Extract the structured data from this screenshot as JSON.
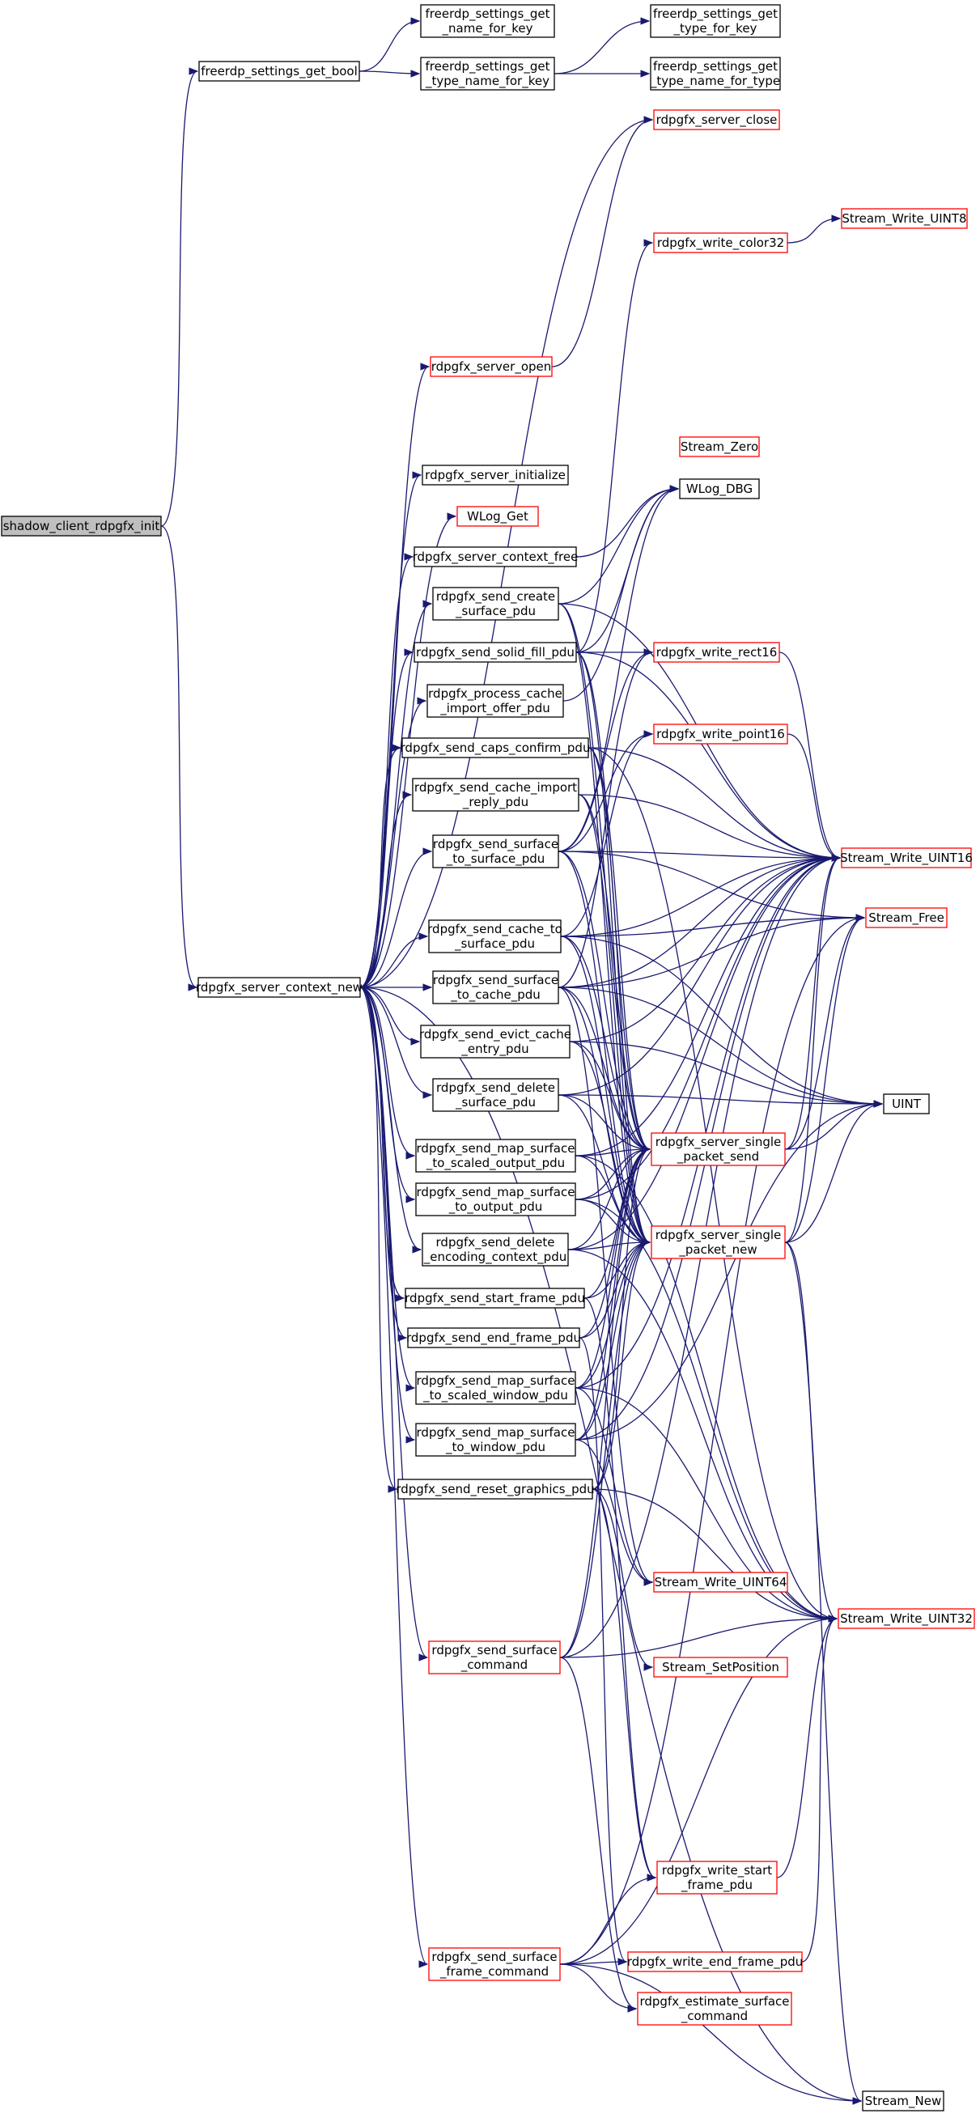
{
  "colors": {
    "edge": "#191970",
    "border_black": "#000000",
    "border_red": "#ff0000",
    "root_fill": "#bfbfbf",
    "node_fill": "#ffffff"
  },
  "nodes": [
    {
      "id": "root",
      "lines": [
        "shadow_client_rdpgfx_init"
      ],
      "style": "root"
    },
    {
      "id": "bool",
      "lines": [
        "freerdp_settings_get_bool"
      ],
      "style": "black"
    },
    {
      "id": "namekey",
      "lines": [
        "freerdp_settings_get",
        "_name_for_key"
      ],
      "style": "black"
    },
    {
      "id": "typenamekey",
      "lines": [
        "freerdp_settings_get",
        "_type_name_for_key"
      ],
      "style": "black"
    },
    {
      "id": "typekey",
      "lines": [
        "freerdp_settings_get",
        "_type_for_key"
      ],
      "style": "black"
    },
    {
      "id": "typenametype",
      "lines": [
        "freerdp_settings_get",
        "_type_name_for_type"
      ],
      "style": "black"
    },
    {
      "id": "close",
      "lines": [
        "rdpgfx_server_close"
      ],
      "style": "red"
    },
    {
      "id": "uint8",
      "lines": [
        "Stream_Write_UINT8"
      ],
      "style": "red"
    },
    {
      "id": "color32",
      "lines": [
        "rdpgfx_write_color32"
      ],
      "style": "red"
    },
    {
      "id": "open",
      "lines": [
        "rdpgfx_server_open"
      ],
      "style": "red"
    },
    {
      "id": "zero",
      "lines": [
        "Stream_Zero"
      ],
      "style": "red"
    },
    {
      "id": "init",
      "lines": [
        "rdpgfx_server_initialize"
      ],
      "style": "black"
    },
    {
      "id": "wlogdbg",
      "lines": [
        "WLog_DBG"
      ],
      "style": "black"
    },
    {
      "id": "wlogget",
      "lines": [
        "WLog_Get"
      ],
      "style": "red"
    },
    {
      "id": "ctxfree",
      "lines": [
        "rdpgfx_server_context_free"
      ],
      "style": "black"
    },
    {
      "id": "createsurf",
      "lines": [
        "rdpgfx_send_create",
        "_surface_pdu"
      ],
      "style": "black"
    },
    {
      "id": "solidfill",
      "lines": [
        "rdpgfx_send_solid_fill_pdu"
      ],
      "style": "black"
    },
    {
      "id": "rect16",
      "lines": [
        "rdpgfx_write_rect16"
      ],
      "style": "red"
    },
    {
      "id": "cacheimport",
      "lines": [
        "rdpgfx_process_cache",
        "_import_offer_pdu"
      ],
      "style": "black"
    },
    {
      "id": "capsconfirm",
      "lines": [
        "rdpgfx_send_caps_confirm_pdu"
      ],
      "style": "black"
    },
    {
      "id": "point16",
      "lines": [
        "rdpgfx_write_point16"
      ],
      "style": "red"
    },
    {
      "id": "cachereply",
      "lines": [
        "rdpgfx_send_cache_import",
        "_reply_pdu"
      ],
      "style": "black"
    },
    {
      "id": "surftosurf",
      "lines": [
        "rdpgfx_send_surface",
        "_to_surface_pdu"
      ],
      "style": "black"
    },
    {
      "id": "uint16",
      "lines": [
        "Stream_Write_UINT16"
      ],
      "style": "red"
    },
    {
      "id": "cachetosurf",
      "lines": [
        "rdpgfx_send_cache_to",
        "_surface_pdu"
      ],
      "style": "black"
    },
    {
      "id": "sfree",
      "lines": [
        "Stream_Free"
      ],
      "style": "red"
    },
    {
      "id": "ctxnew",
      "lines": [
        "rdpgfx_server_context_new"
      ],
      "style": "black"
    },
    {
      "id": "surftocache",
      "lines": [
        "rdpgfx_send_surface",
        "_to_cache_pdu"
      ],
      "style": "black"
    },
    {
      "id": "evictcache",
      "lines": [
        "rdpgfx_send_evict_cache",
        "_entry_pdu"
      ],
      "style": "black"
    },
    {
      "id": "uint",
      "lines": [
        "UINT"
      ],
      "style": "black"
    },
    {
      "id": "deletesurf",
      "lines": [
        "rdpgfx_send_delete",
        "_surface_pdu"
      ],
      "style": "black"
    },
    {
      "id": "mapscaledout",
      "lines": [
        "rdpgfx_send_map_surface",
        "_to_scaled_output_pdu"
      ],
      "style": "black"
    },
    {
      "id": "singlesend",
      "lines": [
        "rdpgfx_server_single",
        "_packet_send"
      ],
      "style": "red"
    },
    {
      "id": "mapout",
      "lines": [
        "rdpgfx_send_map_surface",
        "_to_output_pdu"
      ],
      "style": "black"
    },
    {
      "id": "deleteenc",
      "lines": [
        "rdpgfx_send_delete",
        "_encoding_context_pdu"
      ],
      "style": "black"
    },
    {
      "id": "singlenew",
      "lines": [
        "rdpgfx_server_single",
        "_packet_new"
      ],
      "style": "red"
    },
    {
      "id": "startframe",
      "lines": [
        "rdpgfx_send_start_frame_pdu"
      ],
      "style": "black"
    },
    {
      "id": "endframe",
      "lines": [
        "rdpgfx_send_end_frame_pdu"
      ],
      "style": "black"
    },
    {
      "id": "mapscaledwin",
      "lines": [
        "rdpgfx_send_map_surface",
        "_to_scaled_window_pdu"
      ],
      "style": "black"
    },
    {
      "id": "mapwin",
      "lines": [
        "rdpgfx_send_map_surface",
        "_to_window_pdu"
      ],
      "style": "black"
    },
    {
      "id": "resetgfx",
      "lines": [
        "rdpgfx_send_reset_graphics_pdu"
      ],
      "style": "black"
    },
    {
      "id": "uint64",
      "lines": [
        "Stream_Write_UINT64"
      ],
      "style": "red"
    },
    {
      "id": "uint32",
      "lines": [
        "Stream_Write_UINT32"
      ],
      "style": "red"
    },
    {
      "id": "surfcmd",
      "lines": [
        "rdpgfx_send_surface",
        "_command"
      ],
      "style": "red"
    },
    {
      "id": "setpos",
      "lines": [
        "Stream_SetPosition"
      ],
      "style": "red"
    },
    {
      "id": "writestart",
      "lines": [
        "rdpgfx_write_start",
        "_frame_pdu"
      ],
      "style": "red"
    },
    {
      "id": "surfframecmd",
      "lines": [
        "rdpgfx_send_surface",
        "_frame_command"
      ],
      "style": "red"
    },
    {
      "id": "writeend",
      "lines": [
        "rdpgfx_write_end_frame_pdu"
      ],
      "style": "red"
    },
    {
      "id": "estimate",
      "lines": [
        "rdpgfx_estimate_surface",
        "_command"
      ],
      "style": "red"
    },
    {
      "id": "snew",
      "lines": [
        "Stream_New"
      ],
      "style": "black"
    }
  ],
  "edges": [
    [
      "root",
      "bool"
    ],
    [
      "root",
      "ctxnew"
    ],
    [
      "bool",
      "namekey"
    ],
    [
      "bool",
      "typenamekey"
    ],
    [
      "typenamekey",
      "typekey"
    ],
    [
      "typenamekey",
      "typenametype"
    ],
    [
      "ctxnew",
      "close"
    ],
    [
      "ctxnew",
      "open"
    ],
    [
      "ctxnew",
      "init"
    ],
    [
      "ctxnew",
      "wlogget"
    ],
    [
      "ctxnew",
      "ctxfree"
    ],
    [
      "ctxnew",
      "createsurf"
    ],
    [
      "ctxnew",
      "solidfill"
    ],
    [
      "ctxnew",
      "cacheimport"
    ],
    [
      "ctxnew",
      "capsconfirm"
    ],
    [
      "ctxnew",
      "cachereply"
    ],
    [
      "ctxnew",
      "surftosurf"
    ],
    [
      "ctxnew",
      "cachetosurf"
    ],
    [
      "ctxnew",
      "surftocache"
    ],
    [
      "ctxnew",
      "evictcache"
    ],
    [
      "ctxnew",
      "deletesurf"
    ],
    [
      "ctxnew",
      "mapscaledout"
    ],
    [
      "ctxnew",
      "mapout"
    ],
    [
      "ctxnew",
      "deleteenc"
    ],
    [
      "ctxnew",
      "startframe"
    ],
    [
      "ctxnew",
      "endframe"
    ],
    [
      "ctxnew",
      "mapscaledwin"
    ],
    [
      "ctxnew",
      "mapwin"
    ],
    [
      "ctxnew",
      "resetgfx"
    ],
    [
      "ctxnew",
      "surfcmd"
    ],
    [
      "ctxnew",
      "surfframecmd"
    ],
    [
      "ctxnew",
      "snew"
    ],
    [
      "open",
      "close"
    ],
    [
      "ctxfree",
      "wlogdbg"
    ],
    [
      "cacheimport",
      "wlogdbg"
    ],
    [
      "createsurf",
      "wlogdbg"
    ],
    [
      "createsurf",
      "singlesend"
    ],
    [
      "createsurf",
      "singlenew"
    ],
    [
      "createsurf",
      "uint16"
    ],
    [
      "solidfill",
      "wlogdbg"
    ],
    [
      "solidfill",
      "rect16"
    ],
    [
      "solidfill",
      "color32"
    ],
    [
      "solidfill",
      "singlesend"
    ],
    [
      "solidfill",
      "singlenew"
    ],
    [
      "solidfill",
      "uint16"
    ],
    [
      "capsconfirm",
      "uint32"
    ],
    [
      "capsconfirm",
      "singlesend"
    ],
    [
      "capsconfirm",
      "singlenew"
    ],
    [
      "capsconfirm",
      "uint16"
    ],
    [
      "cachereply",
      "singlesend"
    ],
    [
      "cachereply",
      "singlenew"
    ],
    [
      "cachereply",
      "uint16"
    ],
    [
      "surftosurf",
      "point16"
    ],
    [
      "surftosurf",
      "rect16"
    ],
    [
      "surftosurf",
      "singlesend"
    ],
    [
      "surftosurf",
      "singlenew"
    ],
    [
      "surftosurf",
      "uint16"
    ],
    [
      "surftosurf",
      "wlogdbg"
    ],
    [
      "surftosurf",
      "sfree"
    ],
    [
      "cachetosurf",
      "point16"
    ],
    [
      "cachetosurf",
      "singlesend"
    ],
    [
      "cachetosurf",
      "singlenew"
    ],
    [
      "cachetosurf",
      "uint16"
    ],
    [
      "cachetosurf",
      "sfree"
    ],
    [
      "cachetosurf",
      "uint"
    ],
    [
      "surftocache",
      "rect16"
    ],
    [
      "surftocache",
      "singlesend"
    ],
    [
      "surftocache",
      "singlenew"
    ],
    [
      "surftocache",
      "uint16"
    ],
    [
      "surftocache",
      "sfree"
    ],
    [
      "surftocache",
      "uint"
    ],
    [
      "surftocache",
      "uint64"
    ],
    [
      "evictcache",
      "singlesend"
    ],
    [
      "evictcache",
      "singlenew"
    ],
    [
      "evictcache",
      "uint16"
    ],
    [
      "evictcache",
      "uint"
    ],
    [
      "deletesurf",
      "singlesend"
    ],
    [
      "deletesurf",
      "singlenew"
    ],
    [
      "deletesurf",
      "uint16"
    ],
    [
      "deletesurf",
      "uint"
    ],
    [
      "mapscaledout",
      "singlesend"
    ],
    [
      "mapscaledout",
      "singlenew"
    ],
    [
      "mapscaledout",
      "uint16"
    ],
    [
      "mapscaledout",
      "uint32"
    ],
    [
      "mapout",
      "singlesend"
    ],
    [
      "mapout",
      "singlenew"
    ],
    [
      "mapout",
      "uint16"
    ],
    [
      "mapout",
      "uint32"
    ],
    [
      "deleteenc",
      "singlesend"
    ],
    [
      "deleteenc",
      "singlenew"
    ],
    [
      "deleteenc",
      "uint16"
    ],
    [
      "deleteenc",
      "uint32"
    ],
    [
      "startframe",
      "writestart"
    ],
    [
      "startframe",
      "singlesend"
    ],
    [
      "startframe",
      "singlenew"
    ],
    [
      "endframe",
      "writeend"
    ],
    [
      "endframe",
      "singlesend"
    ],
    [
      "endframe",
      "singlenew"
    ],
    [
      "mapscaledwin",
      "singlesend"
    ],
    [
      "mapscaledwin",
      "singlenew"
    ],
    [
      "mapscaledwin",
      "uint16"
    ],
    [
      "mapscaledwin",
      "uint32"
    ],
    [
      "mapscaledwin",
      "uint64"
    ],
    [
      "mapwin",
      "singlesend"
    ],
    [
      "mapwin",
      "singlenew"
    ],
    [
      "mapwin",
      "uint16"
    ],
    [
      "mapwin",
      "uint64"
    ],
    [
      "mapwin",
      "uint"
    ],
    [
      "resetgfx",
      "singlesend"
    ],
    [
      "resetgfx",
      "singlenew"
    ],
    [
      "resetgfx",
      "uint32"
    ],
    [
      "resetgfx",
      "setpos"
    ],
    [
      "resetgfx",
      "writestart"
    ],
    [
      "color32",
      "uint8"
    ],
    [
      "rect16",
      "uint16"
    ],
    [
      "point16",
      "uint16"
    ],
    [
      "singlesend",
      "uint16"
    ],
    [
      "singlesend",
      "sfree"
    ],
    [
      "singlesend",
      "uint"
    ],
    [
      "singlenew",
      "uint16"
    ],
    [
      "singlenew",
      "sfree"
    ],
    [
      "singlenew",
      "snew"
    ],
    [
      "singlenew",
      "uint"
    ],
    [
      "singlenew",
      "uint32"
    ],
    [
      "surfcmd",
      "singlesend"
    ],
    [
      "surfcmd",
      "singlenew"
    ],
    [
      "surfcmd",
      "uint32"
    ],
    [
      "surfcmd",
      "estimate"
    ],
    [
      "surfcmd",
      "uint16"
    ],
    [
      "surfframecmd",
      "writestart"
    ],
    [
      "surfframecmd",
      "writeend"
    ],
    [
      "surfframecmd",
      "estimate"
    ],
    [
      "surfframecmd",
      "uint32"
    ],
    [
      "surfframecmd",
      "sfree"
    ],
    [
      "surfframecmd",
      "snew"
    ],
    [
      "writestart",
      "uint32"
    ],
    [
      "writeend",
      "uint32"
    ]
  ]
}
